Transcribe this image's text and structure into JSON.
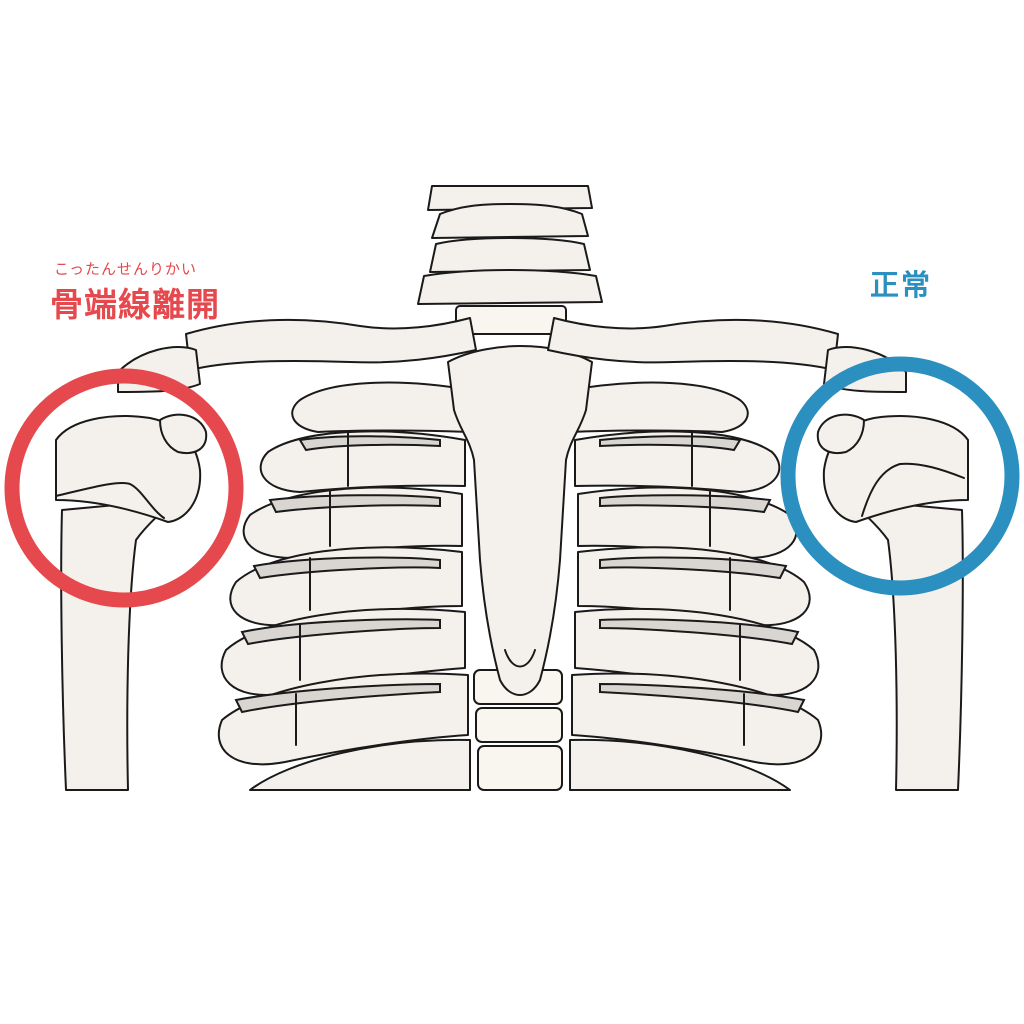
{
  "labels": {
    "left": {
      "ruby": "こったんせんりかい",
      "text": "骨端線離開"
    },
    "right": {
      "text": "正常"
    }
  },
  "colors": {
    "left_accent": "#e5484d",
    "right_accent": "#2b8fc0",
    "bone_fill": "#f4f1ec",
    "outline": "#1a1a1a"
  }
}
